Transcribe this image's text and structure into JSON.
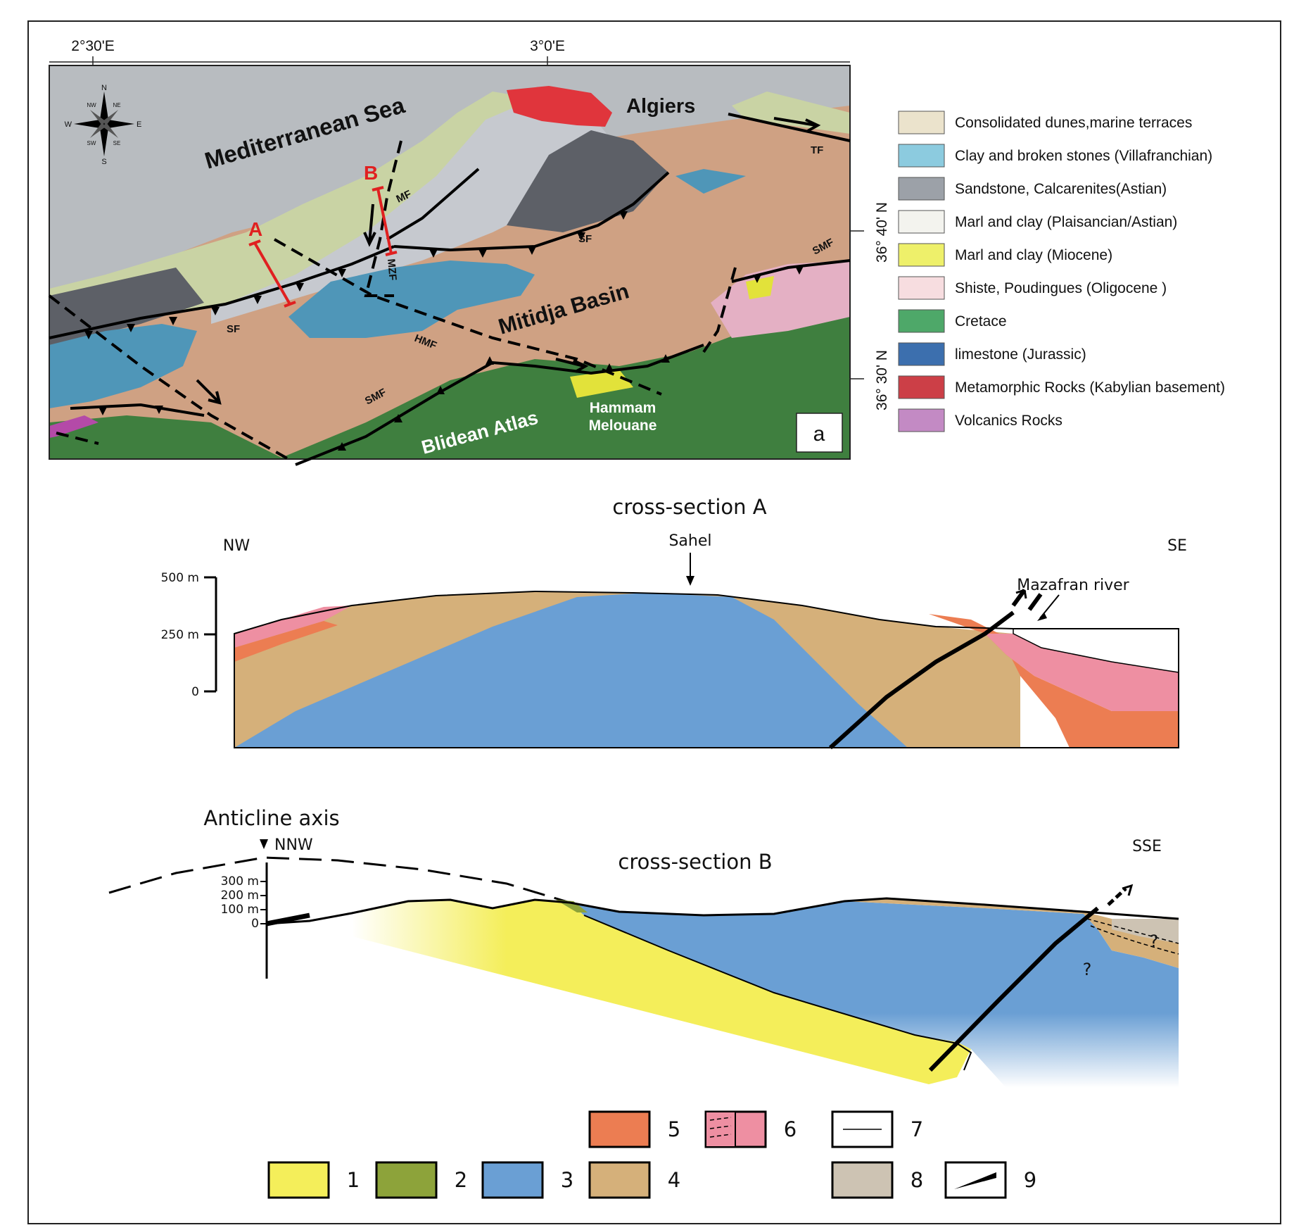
{
  "map": {
    "lon_labels": [
      "2°30'E",
      "3°0'E"
    ],
    "lat_labels": [
      "36° 40' N",
      "36° 30' N"
    ],
    "compass": {
      "n": "N",
      "s": "S",
      "e": "E",
      "w": "W",
      "nw": "NW",
      "ne": "NE",
      "sw": "SW",
      "se": "SE"
    },
    "places": {
      "sea": "Mediterranean Sea",
      "city": "Algiers",
      "basin": "Mitidja Basin",
      "atlas": "Blidean Atlas",
      "spa_line1": "Hammam",
      "spa_line2": "Melouane"
    },
    "faults": {
      "mf": "MF",
      "tf": "TF",
      "sf1": "SF",
      "sf2": "SF",
      "mzf": "MZF",
      "hmf": "HMF",
      "smf1": "SMF",
      "smf2": "SMF"
    },
    "section_labels": {
      "a": "A",
      "b": "B"
    },
    "panel_label": "a",
    "colors": {
      "sea": "#b8bcc0",
      "dunes": "#c9d3a4",
      "villafranchian": "#4f96b8",
      "astian": "#5d6067",
      "astian_light": "#c6c9cf",
      "plaisancian": "#efefea",
      "miocene": "#e2e23a",
      "oligocene": "#e4b0c4",
      "cretace": "#3f7f3f",
      "metamorphic": "#e0353c",
      "volcanics": "#b44aa8",
      "quaternary": "#cfa183",
      "section_line": "#e02020"
    }
  },
  "legend": [
    {
      "label": "Consolidated dunes,marine terraces",
      "color": "#ebe3cc"
    },
    {
      "label": "Clay and broken stones (Villafranchian)",
      "color": "#8ccbdf"
    },
    {
      "label": "Sandstone, Calcarenites(Astian)",
      "color": "#9ca1a8"
    },
    {
      "label": "Marl and clay (Plaisancian/Astian)",
      "color": "#f3f3ee"
    },
    {
      "label": "Marl and clay (Miocene)",
      "color": "#eef06a"
    },
    {
      "label": "Shiste, Poudingues (Oligocene )",
      "color": "#f7dde0"
    },
    {
      "label": "Cretace",
      "color": "#4ea869"
    },
    {
      "label": "limestone (Jurassic)",
      "color": "#3c6fae"
    },
    {
      "label": "Metamorphic Rocks (Kabylian basement)",
      "color": "#cc3f47"
    },
    {
      "label": "Volcanics Rocks",
      "color": "#c38ac4"
    }
  ],
  "section_a": {
    "title": "cross-section A",
    "left_label": "NW",
    "right_label": "SE",
    "peak_label": "Sahel",
    "river_label": "Mazafran river",
    "scale_labels": [
      "500 m",
      "250 m",
      "0"
    ],
    "colors": {
      "tan": "#d5b07a",
      "blue": "#6a9fd4",
      "orange": "#ec7d52",
      "pink": "#ee8fa2",
      "white": "#ffffff"
    }
  },
  "section_b": {
    "title": "cross-section B",
    "axis_label": "Anticline axis",
    "left_label": "NNW",
    "right_label": "SSE",
    "scale_labels": [
      "300 m",
      "200 m",
      "100 m",
      "0"
    ],
    "question_mark": "?",
    "colors": {
      "yellow": "#f4ee5a",
      "blue": "#6a9fd4",
      "tan": "#d5b07a",
      "olive": "#8da33a",
      "grey": "#cdc3b3"
    }
  },
  "key": [
    {
      "number": "1",
      "color": "#f4ee5a"
    },
    {
      "number": "2",
      "color": "#8da33a"
    },
    {
      "number": "3",
      "color": "#6a9fd4"
    },
    {
      "number": "4",
      "color": "#d5b07a"
    },
    {
      "number": "5",
      "color": "#ec7d52"
    },
    {
      "number": "6",
      "color": "#ee8fa2"
    },
    {
      "number": "7",
      "color": "#ffffff"
    },
    {
      "number": "8",
      "color": "#cdc3b3"
    },
    {
      "number": "9",
      "color": "#ffffff"
    }
  ]
}
